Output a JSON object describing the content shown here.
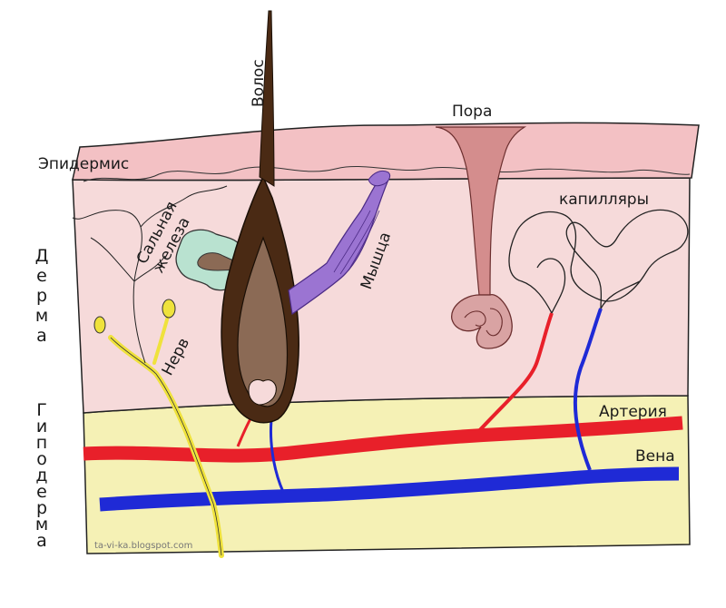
{
  "labels": {
    "hair": "Волос",
    "pore": "Пора",
    "epidermis": "Эпидермис",
    "dermis": "Дерма",
    "hypodermis": "Гиподерма",
    "sebaceous_line1": "Сальная",
    "sebaceous_line2": "железа",
    "muscle": "Мышца",
    "nerve": "Нерв",
    "capillaries": "капилляры",
    "artery": "Артерия",
    "vein": "Вена",
    "watermark": "ta-vi-ka.blogspot.com"
  },
  "colors": {
    "epidermis": "#f3c1c4",
    "dermis": "#f6dada",
    "hypodermis": "#f5f1b5",
    "artery": "#e8202a",
    "vein": "#1f2ad6",
    "nerve": "#efe23c",
    "muscle": "#9b74d2",
    "sebaceous_gland": "#b9e2d0",
    "hair": "#4a2a14",
    "hair_bulb": "#8b6a55",
    "pore": "#d48d8d",
    "sweat_gland": "#d9a3a3"
  }
}
